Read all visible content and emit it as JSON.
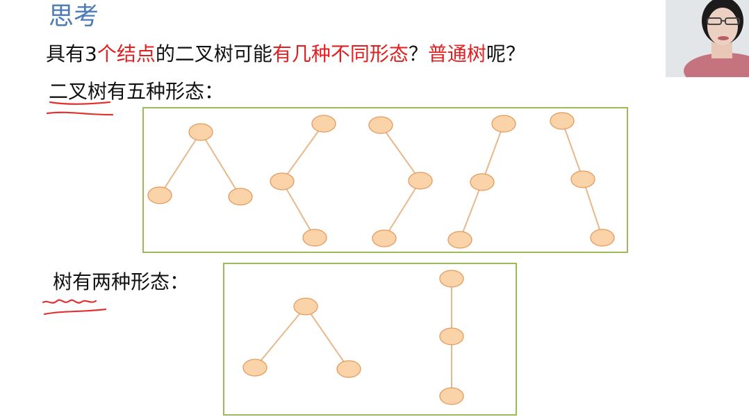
{
  "slide": {
    "heading": "思考",
    "question": {
      "part1": "具有3",
      "part2": "个结点",
      "part3": "的二叉树可能",
      "part4": "有几种不同形态",
      "part5": "？",
      "part6": "普通树",
      "part7": "呢？"
    },
    "binary_label": "二叉树有五种形态：",
    "tree_label": "树有两种形态："
  },
  "colors": {
    "heading": "#4a7ab8",
    "highlight": "#e02020",
    "box_border": "#9bbb59",
    "node_fill": "#fad3a8",
    "node_stroke": "#e59a5d",
    "edge": "#e8b88a",
    "annotation_ink": "#e23131"
  },
  "diagrams": {
    "binary_tree_forms": [
      {
        "shape": "root-with-left-and-right-child"
      },
      {
        "shape": "root-left-child-then-right-grandchild"
      },
      {
        "shape": "root-right-child-then-left-grandchild"
      },
      {
        "shape": "left-chain"
      },
      {
        "shape": "right-chain"
      }
    ],
    "ordinary_tree_forms": [
      {
        "shape": "root-with-two-children"
      },
      {
        "shape": "vertical-chain"
      }
    ]
  },
  "webcam": {
    "icon": "presenter-video-thumbnail"
  }
}
